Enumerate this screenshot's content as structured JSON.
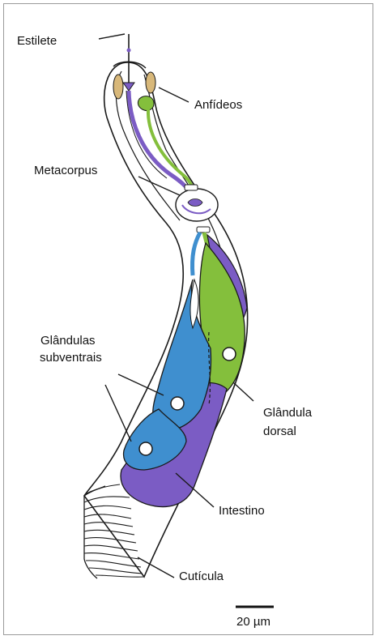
{
  "labels": {
    "stylet": "Estilete",
    "amphids": "Anfídeos",
    "metacorpus": "Metacorpus",
    "subventral_glands_line1": "Glândulas",
    "subventral_glands_line2": "subventrais",
    "dorsal_gland_line1": "Glândula",
    "dorsal_gland_line2": "dorsal",
    "intestine": "Intestino",
    "cuticle": "Cutícula",
    "scale_bar": "20 µm"
  },
  "colors": {
    "outline": "#1a1a1a",
    "amphid": "#d8b87a",
    "esophagus_purple": "#7b5cc4",
    "dorsal_gland_green": "#84bf3c",
    "subventral_gland_blue": "#3f8fcf",
    "intestine_purple": "#7b5cc4",
    "cuticle_gray": "#d0d0d0"
  }
}
